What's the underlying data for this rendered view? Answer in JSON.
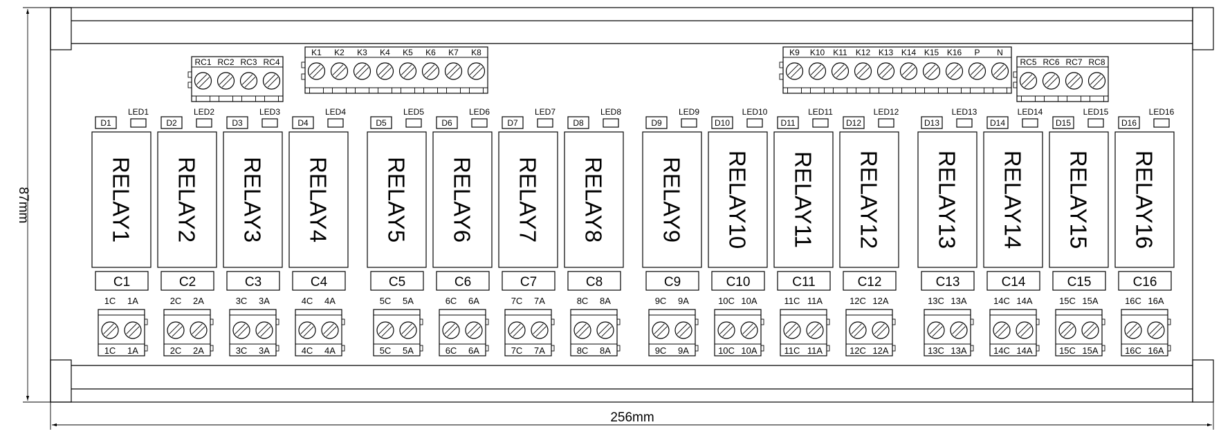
{
  "dimensions": {
    "height_label": "87mm",
    "width_label": "256mm"
  },
  "relays": [
    {
      "name": "RELAY1",
      "led": "LED1",
      "diode": "D1",
      "cap": "C1",
      "t_c": "1C",
      "t_a": "1A"
    },
    {
      "name": "RELAY2",
      "led": "LED2",
      "diode": "D2",
      "cap": "C2",
      "t_c": "2C",
      "t_a": "2A"
    },
    {
      "name": "RELAY3",
      "led": "LED3",
      "diode": "D3",
      "cap": "C3",
      "t_c": "3C",
      "t_a": "3A"
    },
    {
      "name": "RELAY4",
      "led": "LED4",
      "diode": "D4",
      "cap": "C4",
      "t_c": "4C",
      "t_a": "4A"
    },
    {
      "name": "RELAY5",
      "led": "LED5",
      "diode": "D5",
      "cap": "C5",
      "t_c": "5C",
      "t_a": "5A"
    },
    {
      "name": "RELAY6",
      "led": "LED6",
      "diode": "D6",
      "cap": "C6",
      "t_c": "6C",
      "t_a": "6A"
    },
    {
      "name": "RELAY7",
      "led": "LED7",
      "diode": "D7",
      "cap": "C7",
      "t_c": "7C",
      "t_a": "7A"
    },
    {
      "name": "RELAY8",
      "led": "LED8",
      "diode": "D8",
      "cap": "C8",
      "t_c": "8C",
      "t_a": "8A"
    },
    {
      "name": "RELAY9",
      "led": "LED9",
      "diode": "D9",
      "cap": "C9",
      "t_c": "9C",
      "t_a": "9A"
    },
    {
      "name": "RELAY10",
      "led": "LED10",
      "diode": "D10",
      "cap": "C10",
      "t_c": "10C",
      "t_a": "10A"
    },
    {
      "name": "RELAY11",
      "led": "LED11",
      "diode": "D11",
      "cap": "C11",
      "t_c": "11C",
      "t_a": "11A"
    },
    {
      "name": "RELAY12",
      "led": "LED12",
      "diode": "D12",
      "cap": "C12",
      "t_c": "12C",
      "t_a": "12A"
    },
    {
      "name": "RELAY13",
      "led": "LED13",
      "diode": "D13",
      "cap": "C13",
      "t_c": "13C",
      "t_a": "13A"
    },
    {
      "name": "RELAY14",
      "led": "LED14",
      "diode": "D14",
      "cap": "C14",
      "t_c": "14C",
      "t_a": "14A"
    },
    {
      "name": "RELAY15",
      "led": "LED15",
      "diode": "D15",
      "cap": "C15",
      "t_c": "15C",
      "t_a": "15A"
    },
    {
      "name": "RELAY16",
      "led": "LED16",
      "diode": "D16",
      "cap": "C16",
      "t_c": "16C",
      "t_a": "16A"
    }
  ],
  "terminal_blocks": {
    "rc_left": [
      "RC1",
      "RC2",
      "RC3",
      "RC4"
    ],
    "k_left": [
      "K1",
      "K2",
      "K3",
      "K4",
      "K5",
      "K6",
      "K7",
      "K8"
    ],
    "k_right": [
      "K9",
      "K10",
      "K11",
      "K12",
      "K13",
      "K14",
      "K15",
      "K16",
      "P",
      "N"
    ],
    "rc_right": [
      "RC5",
      "RC6",
      "RC7",
      "RC8"
    ]
  }
}
